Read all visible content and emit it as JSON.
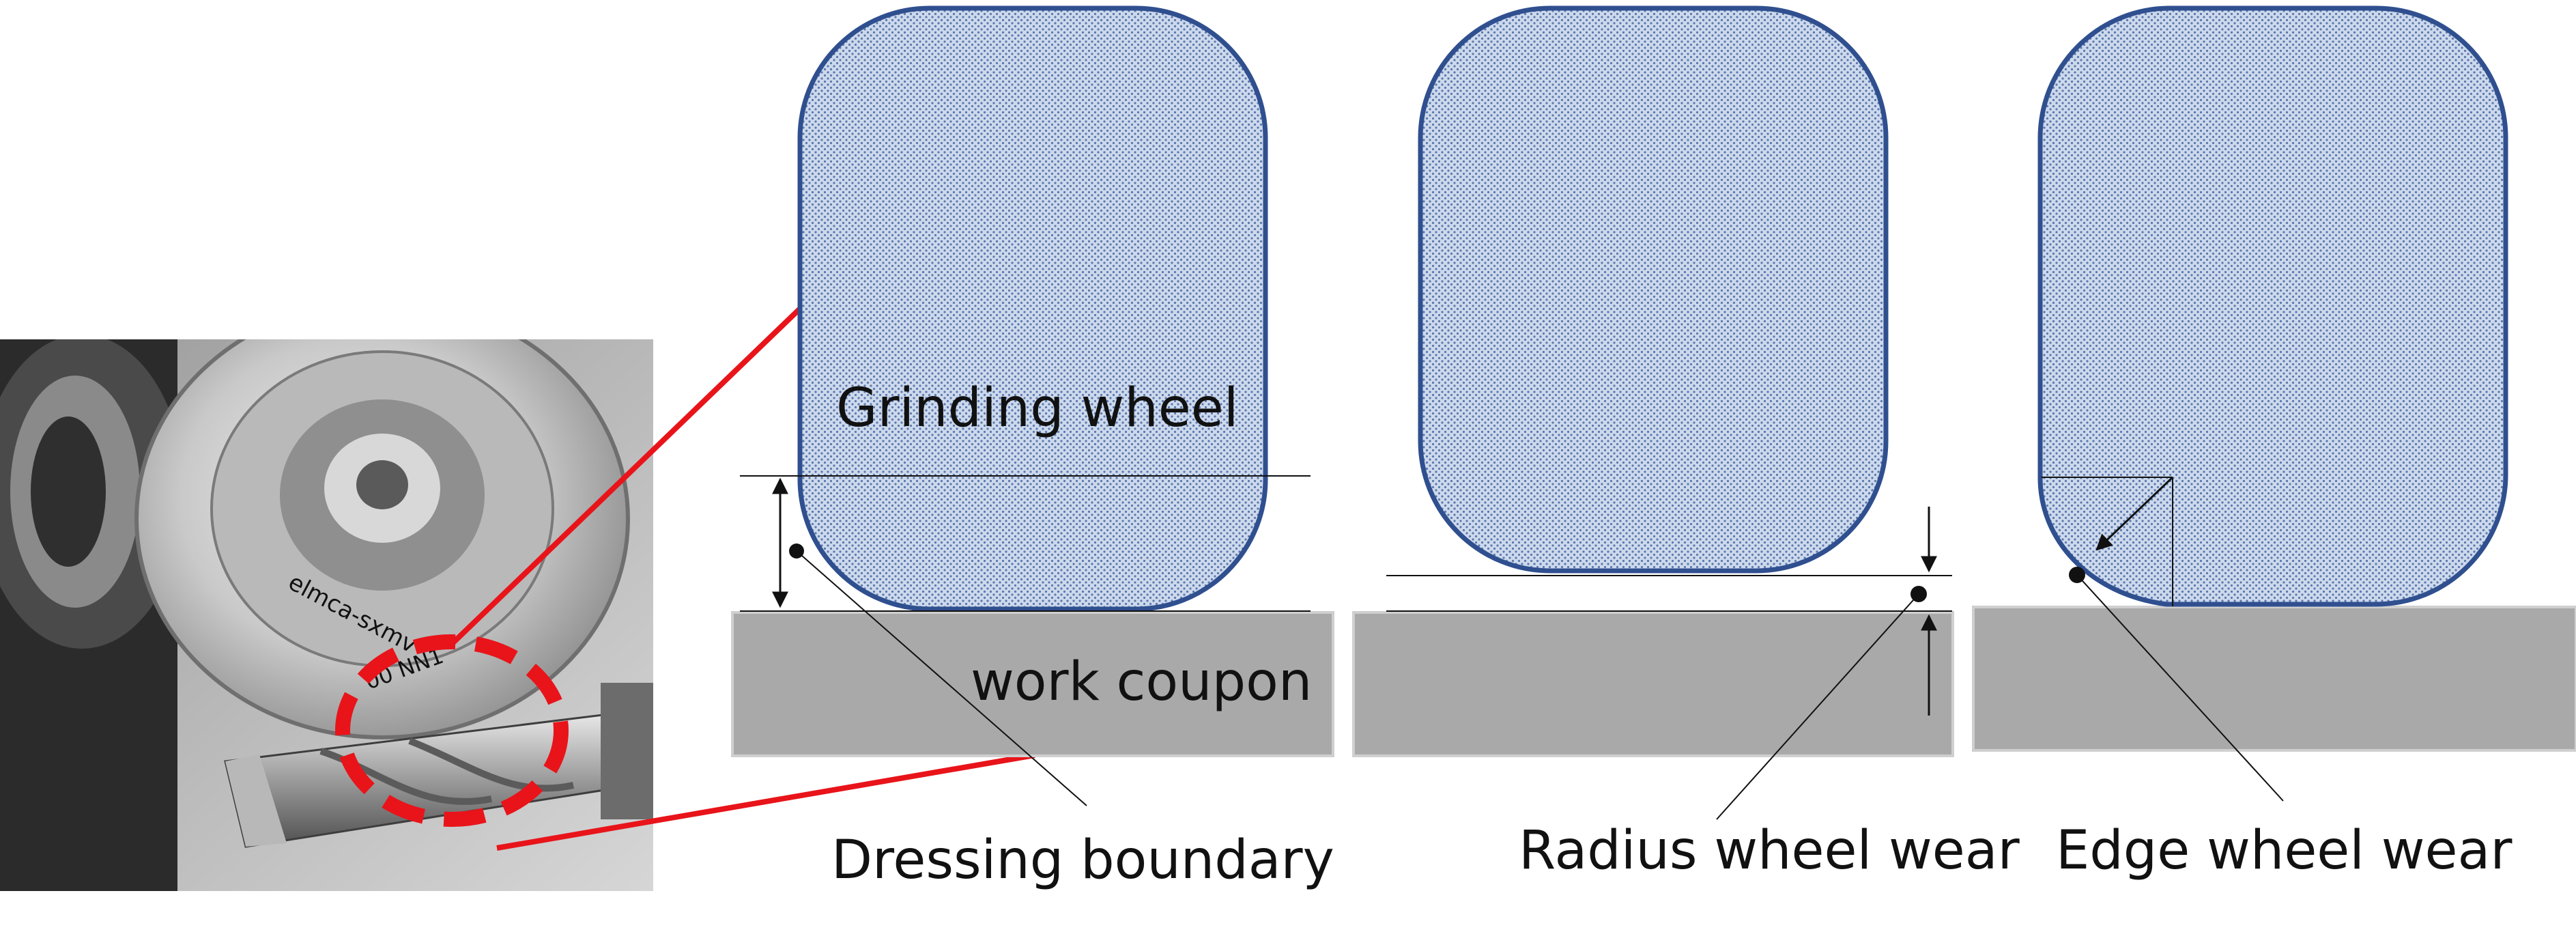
{
  "labels": {
    "grinding_wheel": "Grinding wheel",
    "work_coupon": "work coupon",
    "dressing_boundary": "Dressing boundary",
    "radius_wheel_wear": "Radius wheel wear",
    "edge_wheel_wear": "Edge wheel wear"
  },
  "photo": {
    "engraving_1": "elmca-sxmv",
    "engraving_2": "00 NN1"
  },
  "colors": {
    "wheel_fill": "#c9d6ea",
    "wheel_dots": "#5a78ad",
    "wheel_outline": "#2f4f8f",
    "coupon": "#a9a9a9",
    "callout": "#e8141a",
    "text": "#111111"
  }
}
